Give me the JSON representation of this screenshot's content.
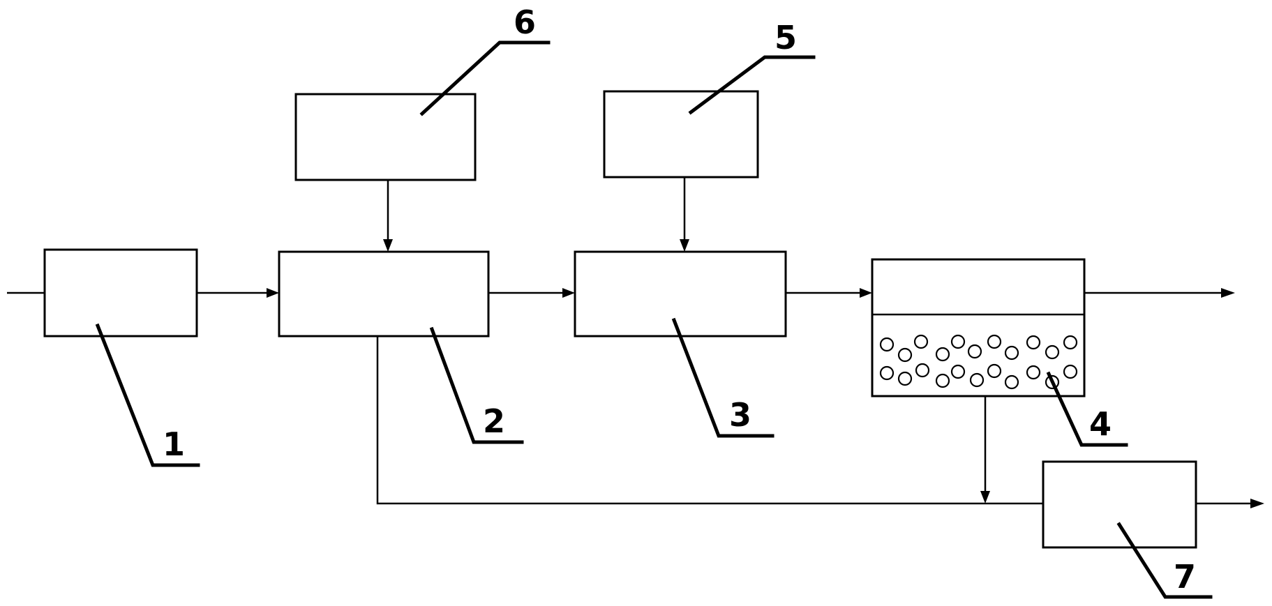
{
  "labels": {
    "unit_1": "1",
    "unit_2": "2",
    "unit_3": "3",
    "unit_4": "4",
    "unit_5": "5",
    "unit_6": "6",
    "unit_7": "7"
  },
  "colors": {
    "stroke": "#000000",
    "background": "#ffffff"
  }
}
